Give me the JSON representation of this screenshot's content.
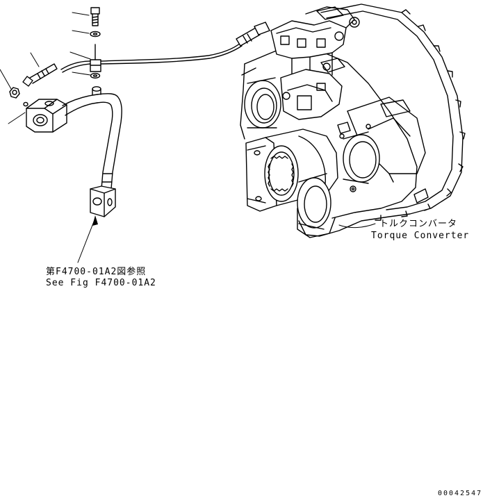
{
  "labels": {
    "torque_converter_jp": "トルクコンバータ",
    "torque_converter_en": "Torque Converter",
    "see_fig_jp": "第F4700-01A2図参照",
    "see_fig_en": "See Fig F4700-01A2"
  },
  "sheet_number": "00042547"
}
